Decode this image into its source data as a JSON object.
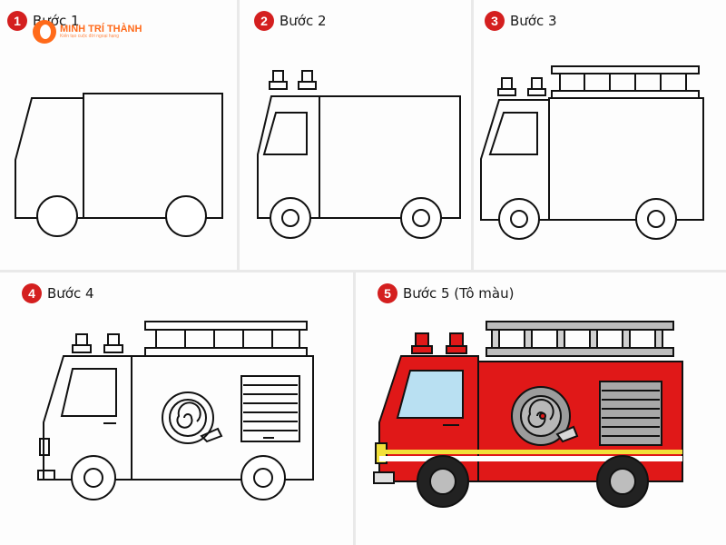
{
  "logo": {
    "name": "MINH TRÍ THÀNH",
    "tagline": "Kiến tạo cuộc đời ngoại hạng"
  },
  "steps": [
    {
      "number": "1",
      "label": "Bước 1"
    },
    {
      "number": "2",
      "label": "Bước 2"
    },
    {
      "number": "3",
      "label": "Bước 3"
    },
    {
      "number": "4",
      "label": "Bước 4"
    },
    {
      "number": "5",
      "label": "Bước 5 (Tô màu)"
    }
  ],
  "colors": {
    "badge": "#d41f1f",
    "truck_red": "#e01818",
    "window_blue": "#b9e0f2",
    "stripe_yellow": "#f2e03a",
    "logo_orange": "#ff6a1a"
  }
}
